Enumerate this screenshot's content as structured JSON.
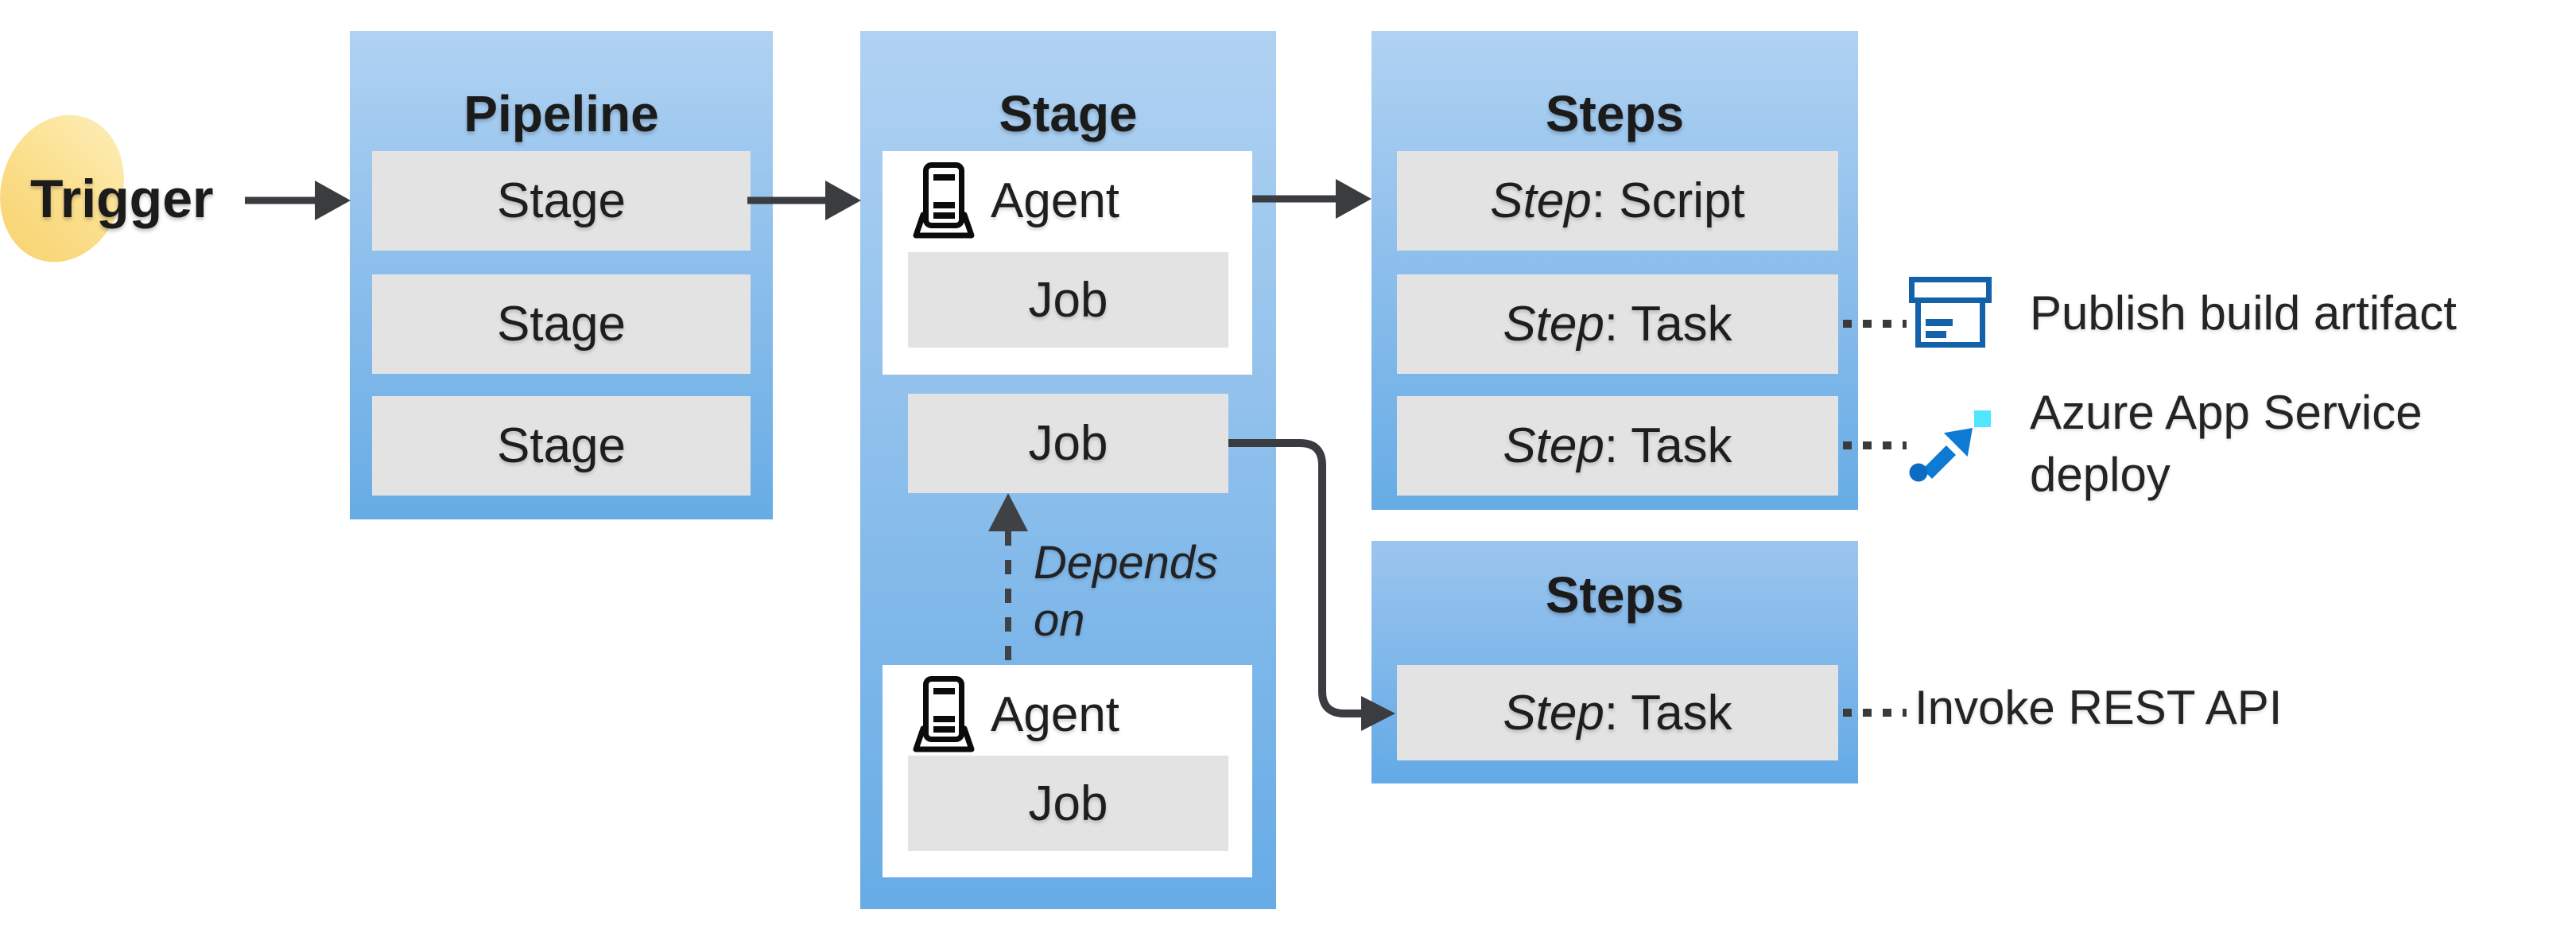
{
  "trigger": {
    "label": "Trigger"
  },
  "pipeline": {
    "title": "Pipeline",
    "stages": [
      "Stage",
      "Stage",
      "Stage"
    ]
  },
  "stage": {
    "title": "Stage",
    "agent_top": {
      "icon": "agent-icon",
      "label": "Agent",
      "job": "Job"
    },
    "independent_job": "Job",
    "depends_on": "Depends on",
    "agent_bottom": {
      "icon": "agent-icon",
      "label": "Agent",
      "job": "Job"
    }
  },
  "steps_top": {
    "title": "Steps",
    "items": [
      {
        "kind": "Step",
        "value": ": Script"
      },
      {
        "kind": "Step",
        "value": ": Task"
      },
      {
        "kind": "Step",
        "value": ": Task"
      }
    ]
  },
  "steps_bottom": {
    "title": "Steps",
    "items": [
      {
        "kind": "Step",
        "value": ": Task"
      }
    ]
  },
  "annotations": {
    "publish": {
      "label": "Publish build artifact",
      "icon": "publish-build-artifact-icon"
    },
    "deploy": {
      "label": "Azure App Service deploy",
      "icon": "azure-app-service-deploy-icon"
    },
    "invoke": {
      "label": "Invoke REST API"
    }
  },
  "colors": {
    "box_gradient_top": "#b0d2f2",
    "box_gradient_bottom": "#67ace6",
    "row_gray": "#e3e3e3",
    "card_white": "#ffffff",
    "text_dark": "#1e1e1e",
    "connector_dark": "#3a3c40",
    "trigger_yellow_light": "#fdeebb",
    "trigger_yellow_deep": "#f8d26e",
    "publish_icon_blue": "#1261a9",
    "deploy_icon_blue": "#0d7ad4",
    "deploy_icon_cyan": "#50e6ff",
    "deploy_icon_dot": "#0b6cc2"
  }
}
